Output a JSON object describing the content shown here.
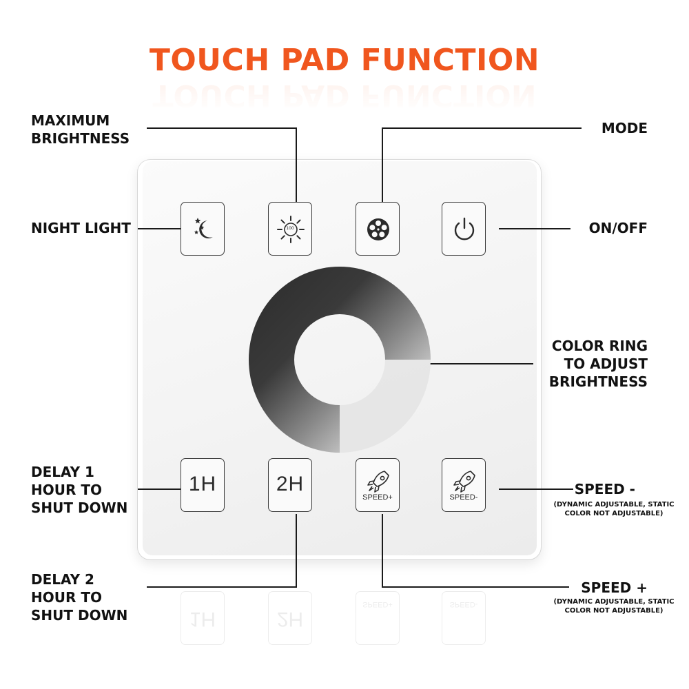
{
  "title": "TOUCH PAD FUNCTION",
  "colors": {
    "title": "#f0561e",
    "text": "#111111",
    "line": "#1a1a1a"
  },
  "labels": {
    "max_brightness_1": "MAXIMUM",
    "max_brightness_2": "BRIGHTNESS",
    "mode": "MODE",
    "night_light": "NIGHT LIGHT",
    "on_off": "ON/OFF",
    "color_ring_1": "COLOR RING",
    "color_ring_2": "TO ADJUST",
    "color_ring_3": "BRIGHTNESS",
    "delay1_1": "DELAY 1",
    "delay1_2": "HOUR TO",
    "delay1_3": "SHUT DOWN",
    "speed_minus": "SPEED -",
    "speed_minus_note_1": "(DYNAMIC ADJUSTABLE, STATIC",
    "speed_minus_note_2": "COLOR NOT ADJUSTABLE)",
    "delay2_1": "DELAY 2",
    "delay2_2": "HOUR TO",
    "delay2_3": "SHUT DOWN",
    "speed_plus": "SPEED +",
    "speed_plus_note_1": "(DYNAMIC ADJUSTABLE, STATIC",
    "speed_plus_note_2": "COLOR NOT ADJUSTABLE)"
  },
  "buttons": {
    "night_icon": "moon-stars-icon",
    "brightness_icon": "sun-icon",
    "brightness_value": "100",
    "mode_icon": "film-reel-icon",
    "power_icon": "power-icon",
    "delay1": "1H",
    "delay2": "2H",
    "speed_plus_icon": "rocket-icon",
    "speed_plus_label": "SPEED+",
    "speed_minus_icon": "rocket-icon",
    "speed_minus_label": "SPEED-"
  }
}
